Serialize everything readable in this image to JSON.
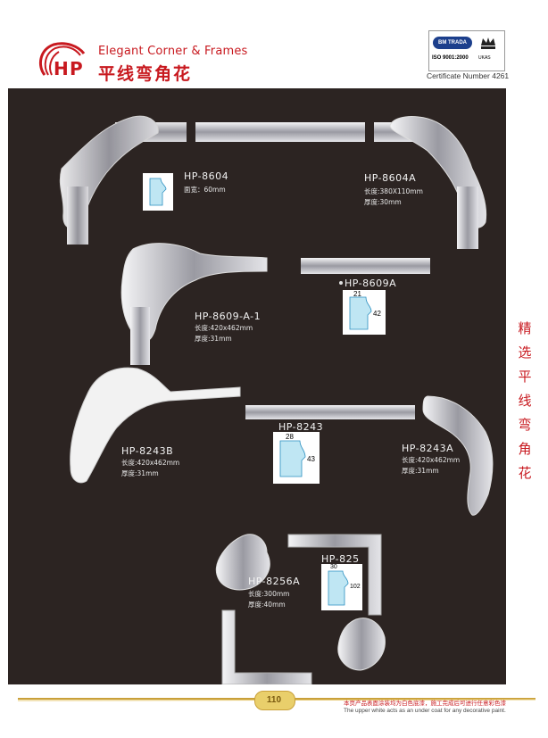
{
  "header": {
    "brand_en": "Elegant Corner & Frames",
    "brand_cn": "平线弯角花",
    "cert_number": "Certificate Number 4261",
    "cert_body": "BM TRADA",
    "cert_std": "ISO 9001:2000",
    "cert_ukas": "UKAS"
  },
  "side_text": [
    "精",
    "选",
    "平",
    "线",
    "弯",
    "角",
    "花"
  ],
  "products": [
    {
      "code": "HP-8604",
      "specs": [
        "面宽：60mm"
      ]
    },
    {
      "code": "HP-8604A",
      "specs": [
        "长度:380X110mm",
        "厚度:30mm"
      ]
    },
    {
      "code": "HP-8609-A-1",
      "specs": [
        "长度:420x462mm",
        "厚度:31mm"
      ]
    },
    {
      "code": "HP-8609A",
      "specs": [],
      "dims": [
        "21",
        "42"
      ]
    },
    {
      "code": "HP-8243B",
      "specs": [
        "长度:420x462mm",
        "厚度:31mm"
      ]
    },
    {
      "code": "HP-8243",
      "specs": [],
      "dims": [
        "28",
        "43"
      ]
    },
    {
      "code": "HP-8243A",
      "specs": [
        "长度:420x462mm",
        "厚度:31mm"
      ]
    },
    {
      "code": "HP-8256A",
      "specs": [
        "长度:300mm",
        "厚度:40mm"
      ]
    },
    {
      "code": "HP-825",
      "specs": [],
      "dims": [
        "30",
        "102"
      ]
    }
  ],
  "footer": {
    "page": "110",
    "note_cn": "本页产品表面涂装均为白色底漆，施工完成后可进行任意彩色漆",
    "note_en": "The upper white acts as an under coat for any decorative paint."
  },
  "colors": {
    "brand": "#c8191f",
    "panel": "#2c2422",
    "gold": "#c9a03a"
  }
}
